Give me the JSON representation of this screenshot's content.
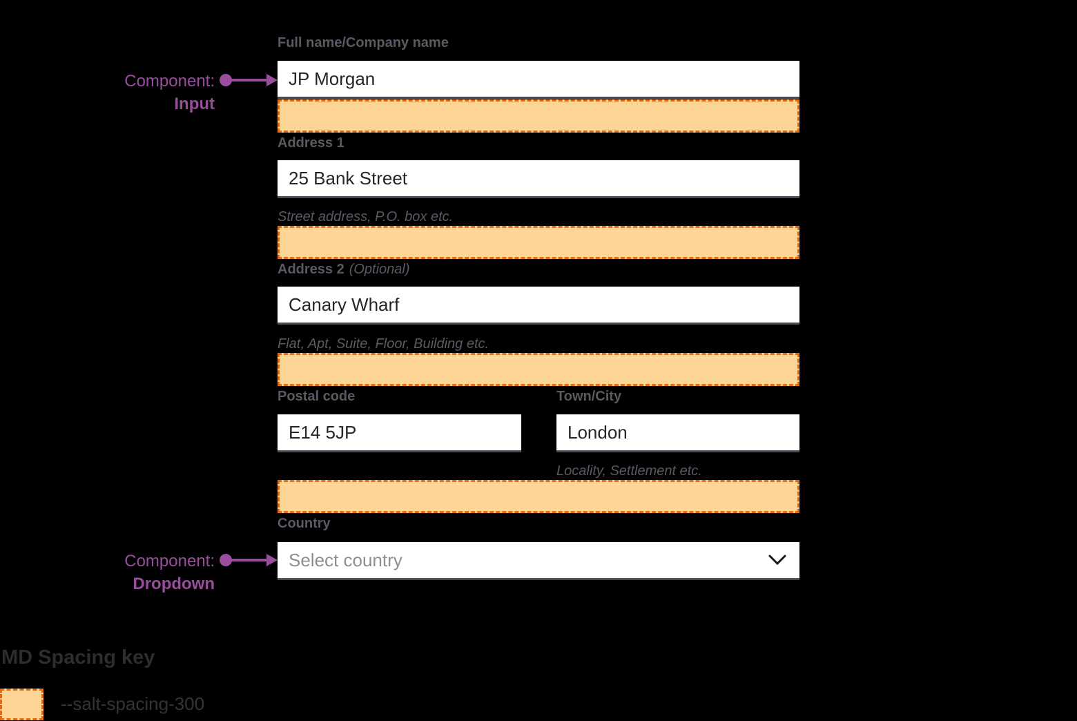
{
  "form": {
    "full_name": {
      "label": "Full name/Company name",
      "value": "JP Morgan"
    },
    "address1": {
      "label": "Address 1",
      "value": "25 Bank Street",
      "helper": "Street address, P.O. box etc."
    },
    "address2": {
      "label": "Address 2",
      "optional_suffix": "(Optional)",
      "value": "Canary Wharf",
      "helper": "Flat, Apt, Suite, Floor, Building etc."
    },
    "postal_code": {
      "label": "Postal code",
      "value": "E14 5JP"
    },
    "town_city": {
      "label": "Town/City",
      "value": "London",
      "helper": "Locality, Settlement etc."
    },
    "country": {
      "label": "Country",
      "placeholder": "Select country"
    }
  },
  "annotations": {
    "input": {
      "prefix": "Component:",
      "name": "Input"
    },
    "dropdown": {
      "prefix": "Component:",
      "name": "Dropdown"
    }
  },
  "spacing_key": {
    "title": "MD Spacing key",
    "token": "--salt-spacing-300"
  },
  "colors": {
    "background": "#000000",
    "annotation_purple": "#994e9d",
    "spacing_fill": "#fcd494",
    "spacing_border": "#e06b17",
    "label_gray": "#575b63",
    "input_text": "#24262b",
    "input_bottom_border": "#4a4d54",
    "placeholder_gray": "#8b8e94"
  },
  "icons": {
    "dropdown_chevron": "chevron-down"
  }
}
